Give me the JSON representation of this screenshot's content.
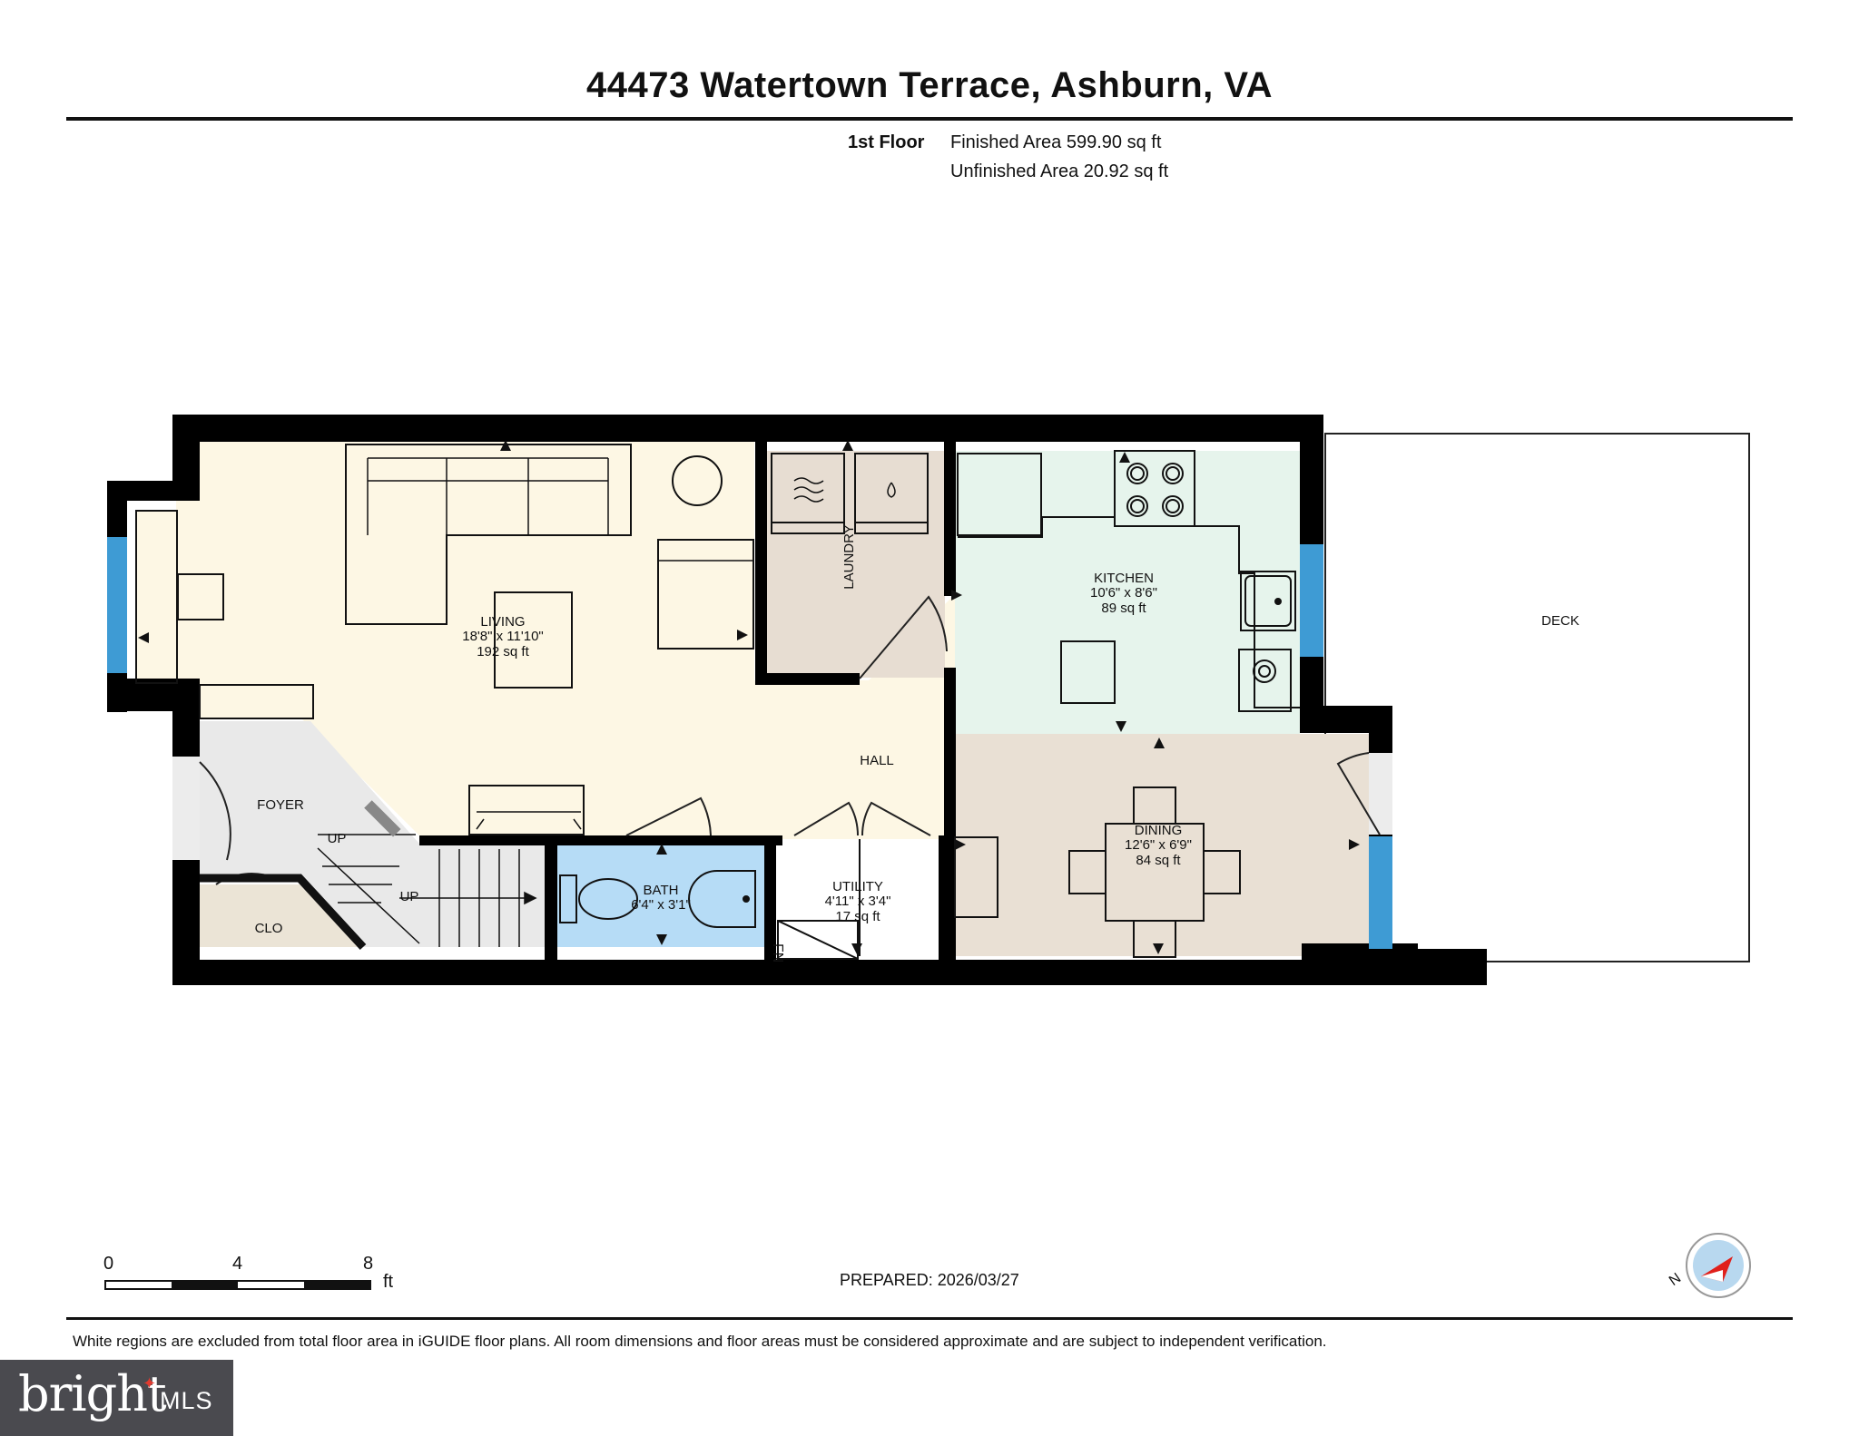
{
  "header": {
    "title": "44473 Watertown Terrace, Ashburn, VA",
    "floor_label": "1st Floor",
    "finished_area": "Finished Area 599.90 sq ft",
    "unfinished_area": "Unfinished Area 20.92 sq ft"
  },
  "rooms": {
    "living": {
      "name": "LIVING",
      "dims": "18'8\" x 11'10\"",
      "area": "192 sq ft"
    },
    "kitchen": {
      "name": "KITCHEN",
      "dims": "10'6\" x 8'6\"",
      "area": "89 sq ft"
    },
    "dining": {
      "name": "DINING",
      "dims": "12'6\" x 6'9\"",
      "area": "84 sq ft"
    },
    "bath": {
      "name": "BATH",
      "dims": "6'4\" x 3'1\""
    },
    "utility": {
      "name": "UTILITY",
      "dims": "4'11\" x 3'4\"",
      "area": "17 sq ft"
    },
    "laundry": {
      "name": "LAUNDRY"
    },
    "hall": {
      "name": "HALL"
    },
    "foyer": {
      "name": "FOYER",
      "stair_label": "UP"
    },
    "stairs": {
      "stair_label": "UP"
    },
    "closet": {
      "name": "CLO"
    },
    "deck": {
      "name": "DECK"
    },
    "furnace": {
      "name": "FN"
    }
  },
  "scale": {
    "ticks": [
      "0",
      "4",
      "8"
    ],
    "unit": "ft"
  },
  "footer": {
    "prepared": "PREPARED: 2026/03/27",
    "disclaimer": "White regions are excluded from total floor area in iGUIDE floor plans. All room dimensions and floor areas must be considered approximate and are subject to independent verification."
  },
  "compass": {
    "label": "N"
  },
  "logo": {
    "brand": "bright",
    "suffix": "MLS"
  },
  "colors": {
    "living": "#fdf7e4",
    "kitchen": "#e6f4ec",
    "dining": "#e9e0d4",
    "bath": "#b6dcf6",
    "laundry": "#e7ddd2",
    "foyer": "#e9e9e9",
    "closet": "#ebe4d6",
    "wall": "#000000",
    "window": "#3e9bd4",
    "compass_arrow": "#e0201b"
  }
}
